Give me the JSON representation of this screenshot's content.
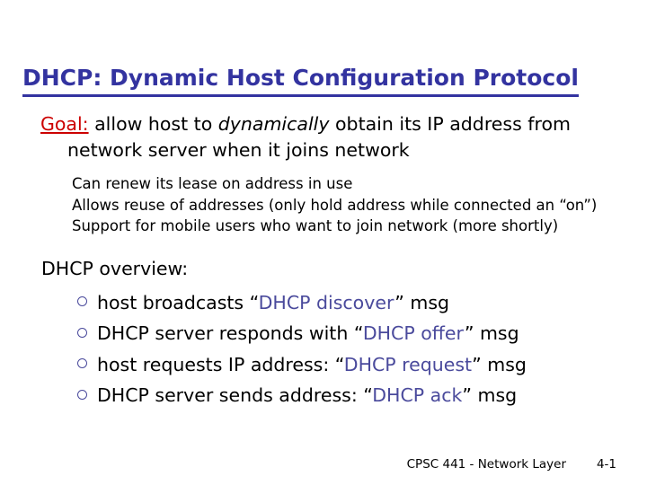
{
  "slide": {
    "title": "DHCP: Dynamic Host Configuration Protocol",
    "title_color": "#3333a0",
    "background_color": "#ffffff",
    "goal": {
      "label": "Goal:",
      "label_color": "#cc0000",
      "text_before_italic": " allow host to ",
      "italic_word": "dynamically",
      "text_after_italic": " obtain its IP address from network server when it joins network"
    },
    "sub_points": [
      "Can renew its lease on address in use",
      "Allows reuse of addresses (only hold address while connected an “on”)",
      "Support for mobile users who want to join network (more shortly)"
    ],
    "overview_heading": "DHCP overview:",
    "overview_bullets": [
      {
        "marker": "hollow-circle-bullet",
        "prefix": "host broadcasts “",
        "msg": "DHCP discover",
        "suffix": "” msg"
      },
      {
        "marker": "hollow-circle-bullet",
        "prefix": "DHCP server responds with “",
        "msg": "DHCP offer",
        "suffix": "” msg"
      },
      {
        "marker": "hollow-circle-bullet",
        "prefix": "host requests IP address: “",
        "msg": "DHCP request",
        "suffix": "” msg"
      },
      {
        "marker": "hollow-circle-bullet",
        "prefix": "DHCP server sends address: “",
        "msg": "DHCP ack",
        "suffix": "” msg"
      }
    ],
    "msg_color": "#4a4a9c",
    "footer": {
      "course": "CPSC 441 - Network Layer",
      "page": "4-1"
    }
  }
}
